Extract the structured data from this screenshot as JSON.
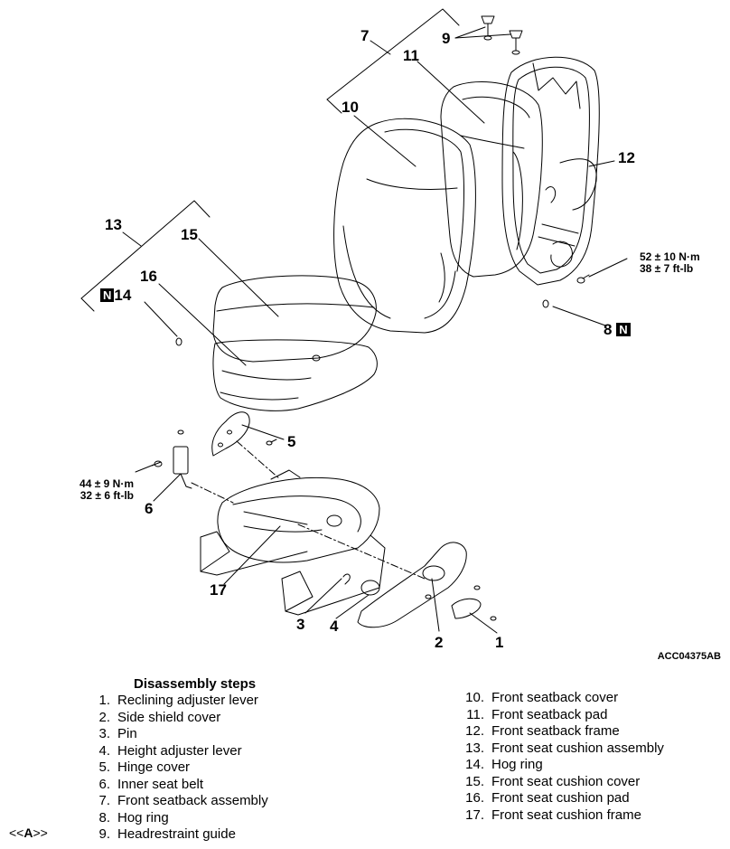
{
  "figure_id": "ACC04375AB",
  "callouts": {
    "c1": "1",
    "c2": "2",
    "c3": "3",
    "c4": "4",
    "c5": "5",
    "c6": "6",
    "c7": "7",
    "c8": "8",
    "c9": "9",
    "c10": "10",
    "c11": "11",
    "c12": "12",
    "c13": "13",
    "c14": "14",
    "c15": "15",
    "c16": "16",
    "c17": "17",
    "n_badge": "N"
  },
  "torque": {
    "seatback": {
      "metric": "52 ± 10 N·m",
      "imperial": "38 ± 7 ft-lb"
    },
    "seatbelt": {
      "metric": "44 ± 9 N·m",
      "imperial": "32 ± 6 ft-lb"
    }
  },
  "steps_title": "Disassembly steps",
  "steps_left": [
    {
      "num": "1.",
      "label": "Reclining adjuster lever"
    },
    {
      "num": "2.",
      "label": "Side shield cover"
    },
    {
      "num": "3.",
      "label": "Pin"
    },
    {
      "num": "4.",
      "label": "Height adjuster lever"
    },
    {
      "num": "5.",
      "label": "Hinge cover"
    },
    {
      "num": "6.",
      "label": "Inner seat belt"
    },
    {
      "num": "7.",
      "label": "Front seatback assembly"
    },
    {
      "num": "8.",
      "label": "Hog ring"
    },
    {
      "num": "9.",
      "label": "Headrestraint guide"
    }
  ],
  "steps_right": [
    {
      "num": "10.",
      "label": "Front seatback cover"
    },
    {
      "num": "11.",
      "label": "Front seatback pad"
    },
    {
      "num": "12.",
      "label": "Front seatback frame"
    },
    {
      "num": "13.",
      "label": "Front seat cushion assembly"
    },
    {
      "num": "14.",
      "label": "Hog ring"
    },
    {
      "num": "15.",
      "label": "Front seat cushion cover"
    },
    {
      "num": "16.",
      "label": "Front seat cushion pad"
    },
    {
      "num": "17.",
      "label": "Front seat cushion frame"
    }
  ],
  "note_prefix": "<<",
  "note_letter": "A",
  "note_suffix": ">>"
}
